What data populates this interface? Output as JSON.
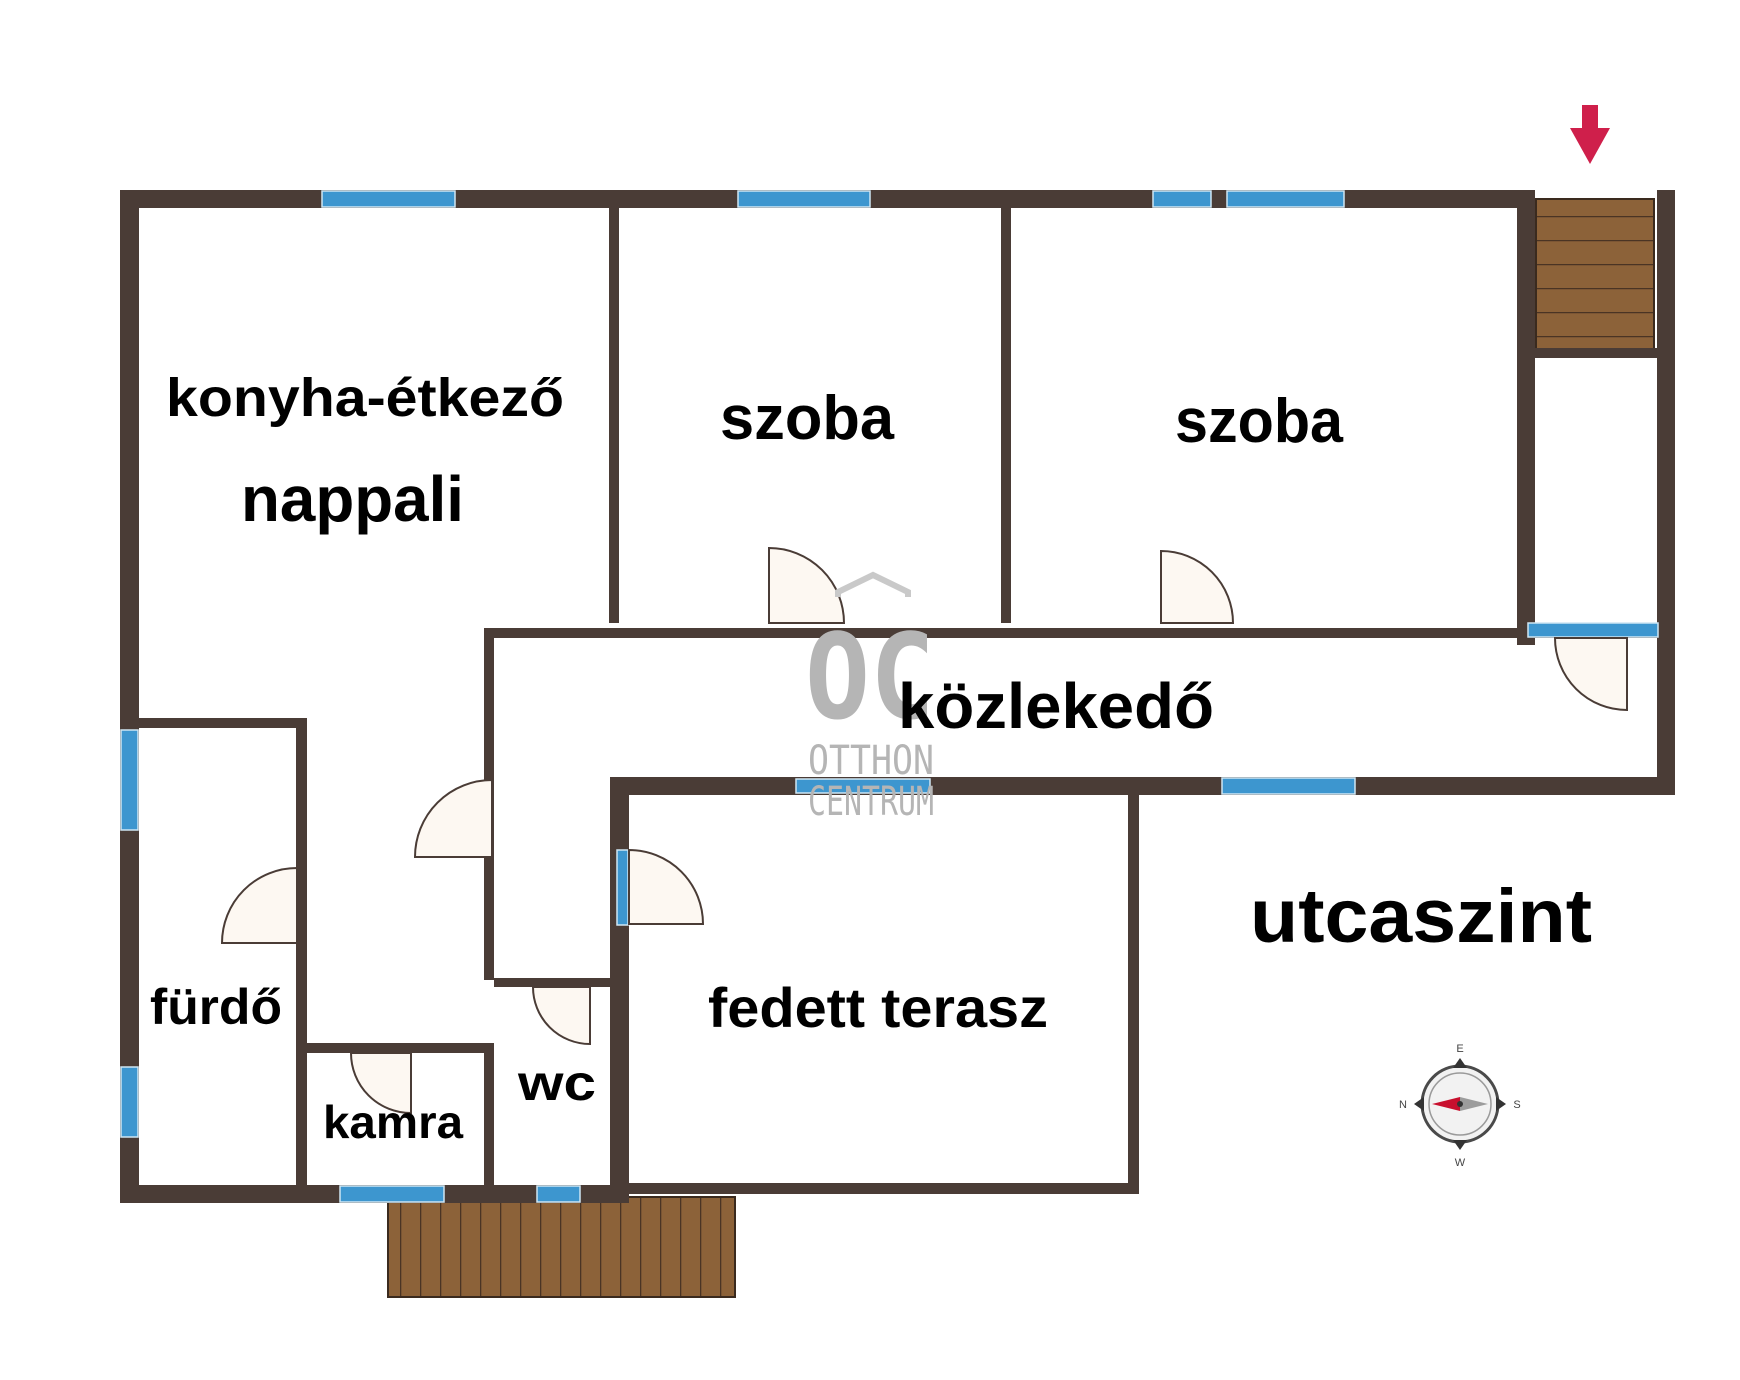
{
  "rooms": {
    "kitchen": "konyha-étkező",
    "living": "nappali",
    "room_1": "szoba",
    "room_2": "szoba",
    "corridor": "közlekedő",
    "bathroom": "fürdő",
    "pantry": "kamra",
    "toilet": "wc",
    "terrace": "fedett terasz"
  },
  "level_label": "utcaszint",
  "watermark": {
    "logo": "OC",
    "line1": "OTTHON",
    "line2": "CENTRUM"
  },
  "compass": {
    "top": "E",
    "left": "N",
    "right": "S",
    "bottom": "W"
  },
  "colors": {
    "wall": "#4a3c36",
    "window": "#3d96cf",
    "wood": "#8c6239",
    "door": "#fdf8f2",
    "arrow": "#cf1f4b"
  }
}
